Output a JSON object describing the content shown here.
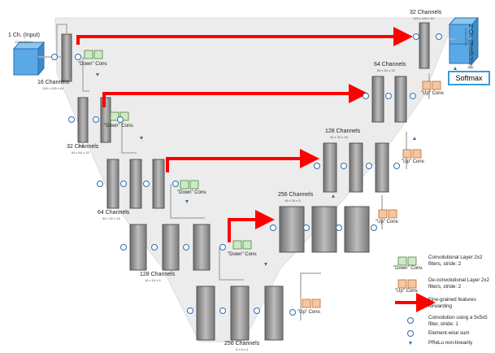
{
  "input": {
    "title": "1 Ch. (Input)",
    "dims": "128x128x64"
  },
  "output": {
    "title": "2 Ch. (Prediction)",
    "dims": "128x128x64"
  },
  "softmax": "Softmax",
  "left_stages": [
    {
      "channels": "16 Channels",
      "dims": "128 x 128 x 64"
    },
    {
      "channels": "32 Channels",
      "dims": "64 x 64 x 32"
    },
    {
      "channels": "64 Channels",
      "dims": "32 x 32 x 16"
    },
    {
      "channels": "128 Channels",
      "dims": "16 x 16 x 8"
    },
    {
      "channels": "256 Channels",
      "dims": "8 x 8 x 4"
    }
  ],
  "right_stages": [
    {
      "channels": "32 Channels",
      "dims": "128 x 128 x 64"
    },
    {
      "channels": "64 Channels",
      "dims": "64 x 64 x 32"
    },
    {
      "channels": "128 Channels",
      "dims": "32 x 32 x 16"
    },
    {
      "channels": "256 Channels",
      "dims": "16 x 16 x 8"
    }
  ],
  "down_conv_label": "\"Down\" Conv.",
  "up_conv_label": "\"Up\" Conv.",
  "legend": {
    "conv_layer": "Convolutional Layer 2x2 filters, stride: 2",
    "deconv_layer": "De-convolutional Layer 2x2 filters, stride: 2",
    "forwarding": "Fine-grained features forwarding",
    "convolution": "Convolution using a 5x5x5 filter, stride: 1",
    "sum": "Element-wise sum",
    "prelu": "PReLu non-linearity",
    "down_label": "\"Down\" Conv.",
    "up_label": "\"Up\" Conv."
  },
  "colors": {
    "block": "#9a9a9a",
    "background": "#ececec",
    "arrow": "#ff0000",
    "down_conv": "#cfe8c5",
    "up_conv": "#f6c6a2",
    "symbol": "#2a6fb0"
  }
}
